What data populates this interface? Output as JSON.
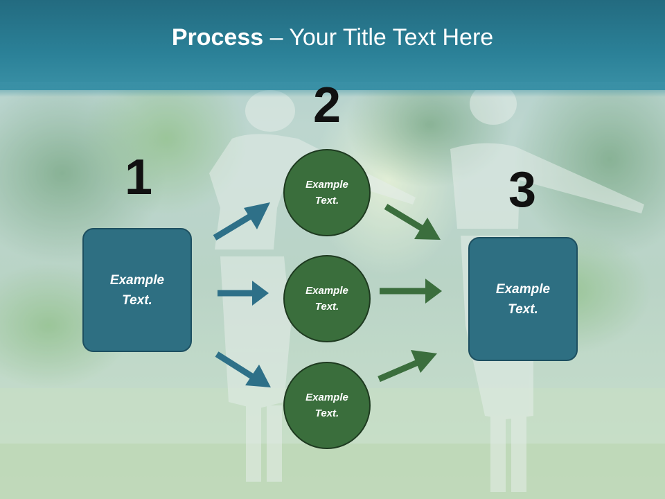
{
  "slide": {
    "title_bold": "Process",
    "title_rest": " – Your Title Text Here"
  },
  "steps": {
    "step1_number": "1",
    "step2_number": "2",
    "step3_number": "3"
  },
  "boxes": {
    "left_label": "Example\nText.",
    "right_label": "Example\nText."
  },
  "circles": [
    {
      "label": "Example\nText."
    },
    {
      "label": "Example\nText."
    },
    {
      "label": "Example\nText."
    }
  ],
  "colors": {
    "header": "#2b8198",
    "box_fill": "#2e6f82",
    "circle_fill": "#3a6e3c",
    "arrow_teal": "#2e7088",
    "arrow_green": "#3b6e3d"
  }
}
